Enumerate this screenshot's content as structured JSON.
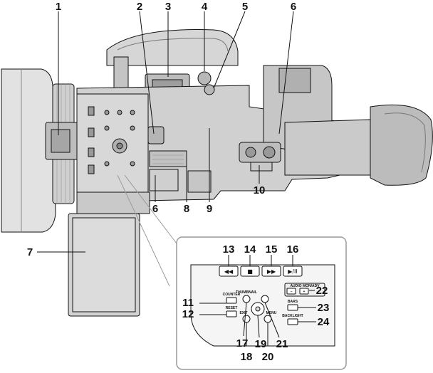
{
  "callouts": [
    "1",
    "2",
    "3",
    "4",
    "5",
    "6",
    "6",
    "7",
    "8",
    "9",
    "10",
    "11",
    "12",
    "13",
    "14",
    "15",
    "16",
    "17",
    "18",
    "19",
    "20",
    "21",
    "22",
    "23",
    "24"
  ],
  "panel": {
    "thumbnail": "THUMBNAIL",
    "counter": "COUNTER",
    "reset": "RESET",
    "exit": "EXIT",
    "menu": "MENU",
    "audio_mon_adv": "AUDIO MON/ADV",
    "minus": "–",
    "plus": "+",
    "bars": "BARS",
    "backlight": "BACKLIGHT",
    "rew_icon": "◀◀",
    "stop_icon": "■",
    "ff_icon": "▶▶",
    "play_pause_icon": "▶/II"
  },
  "colors": {
    "line": "#111111",
    "body_light": "#d8d8d8",
    "body_mid": "#bcbcbc",
    "body_dark": "#8a8a8a",
    "panel_border": "#9a9a9a"
  }
}
